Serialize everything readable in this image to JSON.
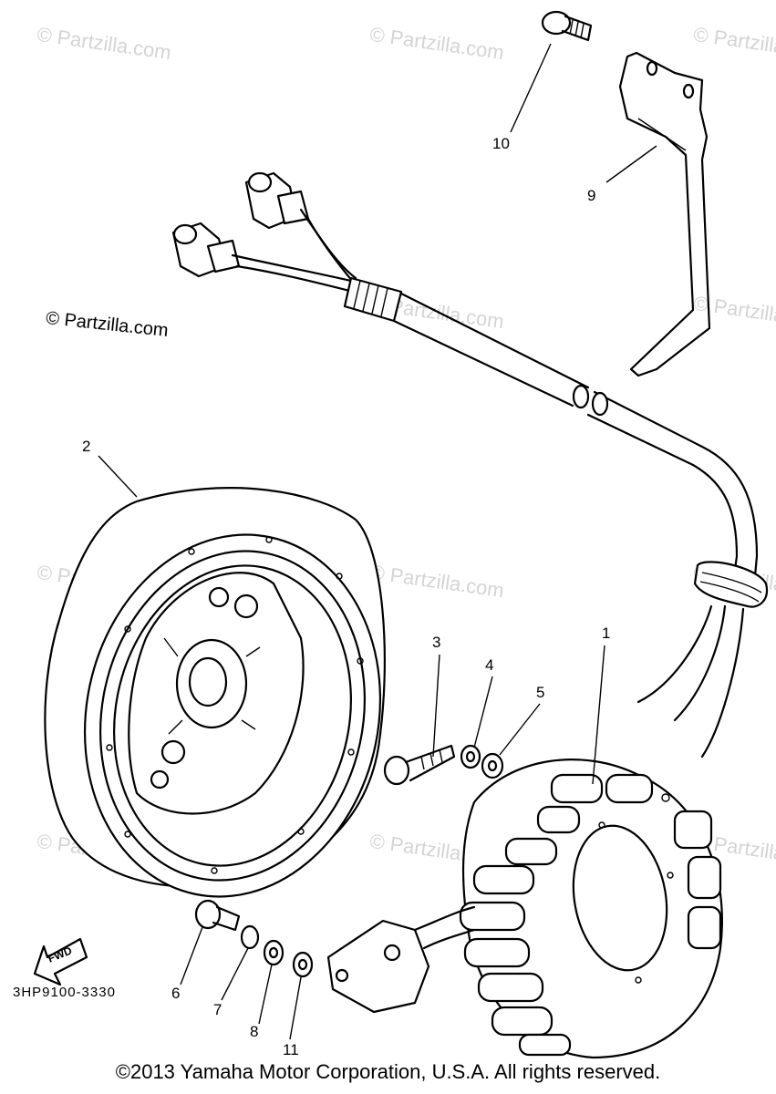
{
  "watermark": "© Partzilla.com",
  "prominent_watermark": "© Partzilla.com",
  "part_code": "3HP9100-3330",
  "fwd_label": "FWD",
  "copyright": "©2013 Yamaha Motor Corporation, U.S.A. All rights reserved.",
  "callouts": [
    "1",
    "2",
    "3",
    "4",
    "5",
    "6",
    "7",
    "8",
    "9",
    "10",
    "11"
  ]
}
